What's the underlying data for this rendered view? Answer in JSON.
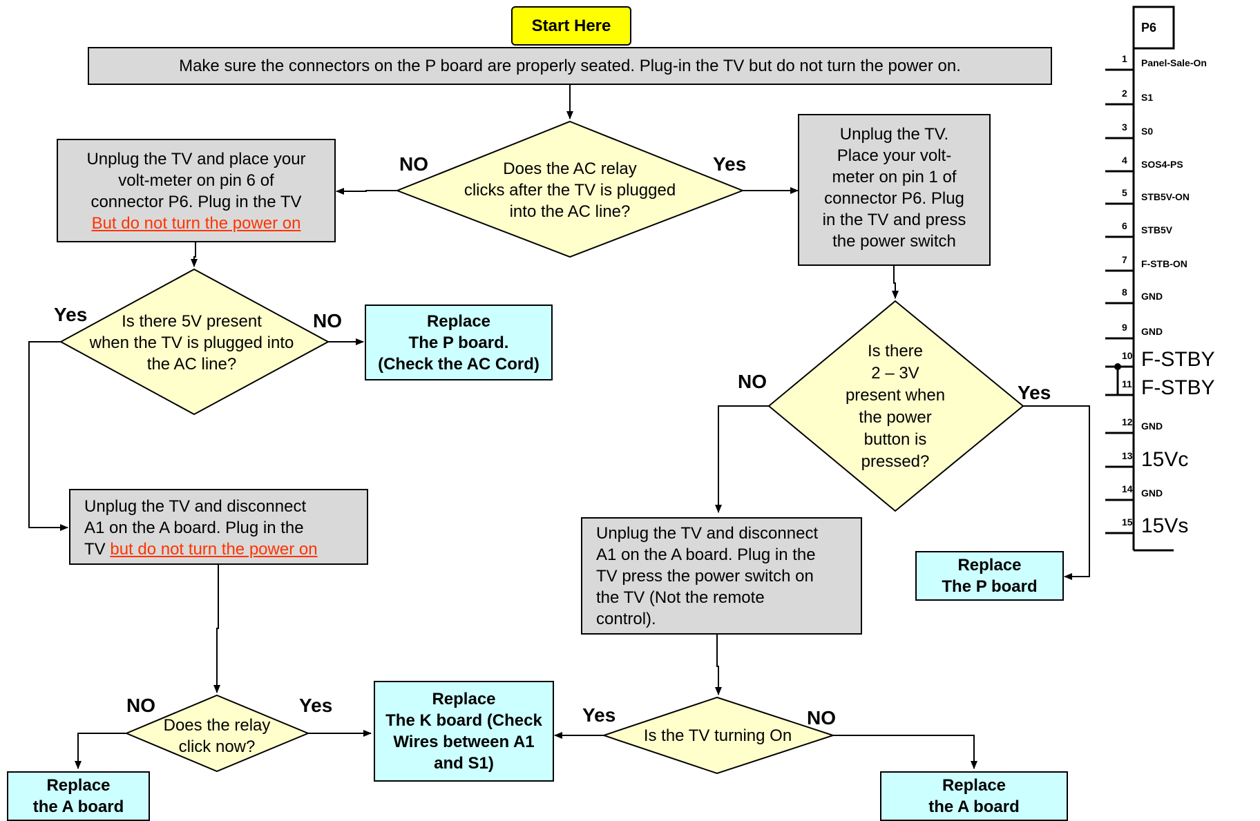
{
  "start": {
    "label": "Start Here"
  },
  "step_top": {
    "text": "Make sure the connectors on the P board are properly seated. Plug-in the TV but do not turn the power on."
  },
  "decision_relay": {
    "lines": [
      "Does the AC relay",
      "clicks after the TV  is plugged",
      "into the AC line?"
    ]
  },
  "box_left_top": {
    "lines": [
      "Unplug the TV and place your",
      "volt-meter on pin 6 of",
      "connector P6. Plug in the TV"
    ],
    "warning": "But do not turn the power on"
  },
  "box_right_top": {
    "lines": [
      "Unplug the TV.",
      "Place your volt-",
      "meter on pin 1 of",
      "connector P6. Plug",
      "in the TV and press",
      "the power switch"
    ]
  },
  "decision_5v": {
    "lines": [
      "Is there 5V present",
      "when the TV is  plugged into",
      "the AC line?"
    ]
  },
  "replace_p_cord": {
    "lines": [
      "Replace",
      "The P board.",
      "(Check the AC Cord)"
    ]
  },
  "decision_23v": {
    "lines": [
      "Is there",
      "2 – 3V",
      "present when",
      "the power",
      "button is",
      "pressed?"
    ]
  },
  "box_disconnect_left": {
    "lines": [
      "Unplug the TV and disconnect",
      "A1 on the A board. Plug in the"
    ],
    "prefix": "TV ",
    "warning": "but do not turn the power on"
  },
  "box_disconnect_right": {
    "lines": [
      "Unplug the TV and disconnect",
      "A1 on the A board. Plug in the",
      "TV press the power switch on",
      "the TV (Not the remote",
      "control)."
    ]
  },
  "replace_p": {
    "lines": [
      "Replace",
      "The P board"
    ]
  },
  "decision_click": {
    "lines": [
      "Does the relay",
      "click now?"
    ]
  },
  "replace_k": {
    "lines": [
      "Replace",
      "The K board (Check",
      "Wires between A1",
      "and S1)"
    ]
  },
  "decision_on": {
    "lines": [
      "Is the TV turning On"
    ]
  },
  "replace_a_left": {
    "lines": [
      "Replace",
      "the A board"
    ]
  },
  "replace_a_right": {
    "lines": [
      "Replace",
      "the A board"
    ]
  },
  "labels": {
    "no_relay": "NO",
    "yes_relay": "Yes",
    "yes_5v": "Yes",
    "no_5v": "NO",
    "no_23v": "NO",
    "yes_23v": "Yes",
    "no_click": "NO",
    "yes_click": "Yes",
    "yes_on": "Yes",
    "no_on": "NO"
  },
  "connector": {
    "name": "P6",
    "pins": [
      {
        "num": "1",
        "signal": "Panel-Sale-On"
      },
      {
        "num": "2",
        "signal": "S1"
      },
      {
        "num": "3",
        "signal": "S0"
      },
      {
        "num": "4",
        "signal": "SOS4-PS"
      },
      {
        "num": "5",
        "signal": "STB5V-ON"
      },
      {
        "num": "6",
        "signal": "STB5V"
      },
      {
        "num": "7",
        "signal": "F-STB-ON"
      },
      {
        "num": "8",
        "signal": "GND"
      },
      {
        "num": "9",
        "signal": "GND"
      },
      {
        "num": "10",
        "signal": "F-STBY"
      },
      {
        "num": "11",
        "signal": "F-STBY"
      },
      {
        "num": "12",
        "signal": "GND"
      },
      {
        "num": "13",
        "signal": "15Vc"
      },
      {
        "num": "14",
        "signal": "GND"
      },
      {
        "num": "15",
        "signal": "15Vs"
      }
    ]
  },
  "colors": {
    "process": "#d9d9d9",
    "decision": "#ffffcc",
    "replace": "#ccffff",
    "start": "#ffff00",
    "warning": "#ff3300"
  }
}
